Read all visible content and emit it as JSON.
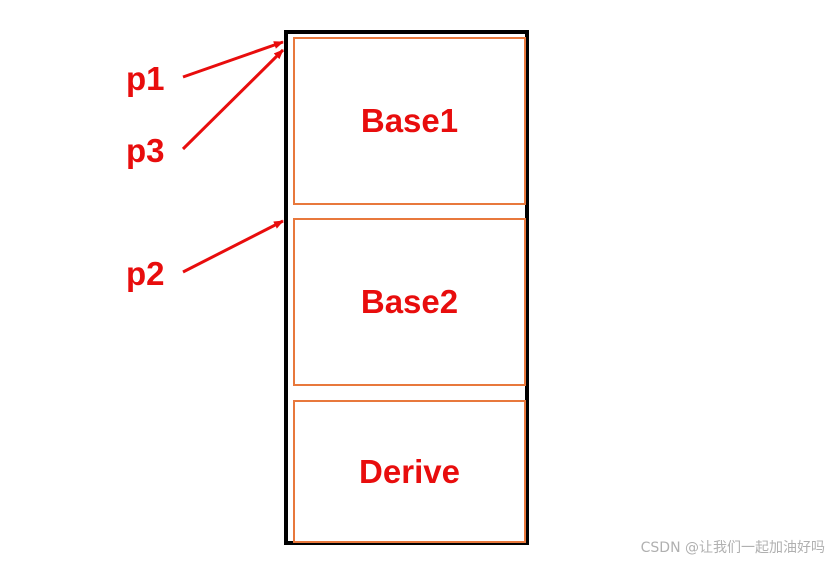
{
  "sections": [
    {
      "label": "Base1"
    },
    {
      "label": "Base2"
    },
    {
      "label": "Derive"
    }
  ],
  "pointers": {
    "p1": "p1",
    "p3": "p3",
    "p2": "p2"
  },
  "watermark": "CSDN @让我们一起加油好吗",
  "colors": {
    "text_red": "#e80d0d",
    "section_border": "#e8783c",
    "outer_border": "#000000"
  }
}
